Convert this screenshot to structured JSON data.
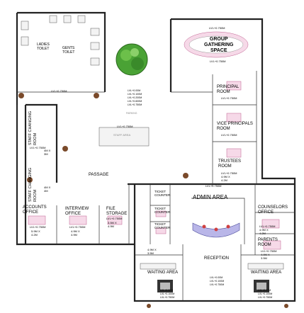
{
  "rooms": {
    "ladies_toilet": "LADIES\nTOILET",
    "gents_toilet": "GENTS\nTOILET",
    "group_gathering": "GROUP\nGATHERING\nSPACE",
    "principal": "PRINCIPAL\nROOM",
    "vice_principals": "VICE PRINCIPALS\nROOM",
    "trustees": "TRUSTEES\nROOM",
    "staff_changing_1": "STAFF CHANGING\nROOM",
    "staff_changing_2": "STAFF CHANGING\nROOM",
    "staff_area": "STAFF AREA",
    "parking": "PARKING",
    "passage": "PASSAGE",
    "accounts": "ACCOUNTS\nOFFICE",
    "interview": "INTERVIEW\nOFFICE",
    "file_storage": "FILE\nSTORAGE",
    "ticket_1": "TICKET\nCOUNTER",
    "ticket_2": "TICKET\nCOUNTER",
    "ticket_3": "TICKET\nCOUNTER",
    "admin_area": "ADMIN AREA",
    "counselors": "COUNSELORS\nOFFICE",
    "parents": "PARENTS\nROOM",
    "reception": "RECEPTION",
    "waiting_left": "WAITING AREA",
    "waiting_right": "WAITING AREA"
  },
  "levels": {
    "lvl_top_right": "LVL+0.750M",
    "lvl_gathering": "LVL+0.750M",
    "lvl_toilets": "LVL+0.750M",
    "lvl_principal": "LVL+0.750M",
    "lvl_center_1": "LVL+0.00M",
    "lvl_center_2": "LVL+0.100M",
    "lvl_center_3": "LVL+0.200M",
    "lvl_center_4": "LVL+0.600M",
    "lvl_center_5": "LVL+0.750M",
    "lvl_staff_area": "LVL+0.750M",
    "lvl_vice": "LVL+0.750M",
    "lvl_left": "LVL+0.750M",
    "lvl_trustees": "LVL+0.750M",
    "lvl_admin_right": "LVL+0.750M",
    "lvl_accounts": "LVL+0.750M",
    "lvl_interview": "LVL+0.750M",
    "lvl_file": "LVL+0.750M",
    "lvl_counselors": "LVL+0.750M",
    "lvl_parents": "LVL+0.750M",
    "lvl_reception_a": "LVL+0.00M",
    "lvl_reception_b": "LVL+0.100M",
    "lvl_reception_c": "LVL+0.750M",
    "lvl_wait_l_a": "LVL+0.00M",
    "lvl_wait_l_b": "LVL+0.100M",
    "lvl_wait_l_c": "LVL+0.750M",
    "lvl_wait_r_a": "LVL+0.00M",
    "lvl_wait_r_b": "LVL+0.100M",
    "lvl_wait_r_c": "LVL+0.750M"
  },
  "dimensions": {
    "dim_staff": "4M X\n3M",
    "dim_staff2": "4M X\n4M",
    "dim_accounts": "5.9M X\n4.2M",
    "dim_interview": "4.9M X\n4.9M",
    "dim_file": "3.5M X\n4.9M",
    "dim_ticket": "4.9M X\n3.5M",
    "dim_counselors": "4.9M X\n4.2M",
    "dim_parents": "4.9M X\n3.5M",
    "dim_trustees": "4.9M X\n4.2M"
  },
  "colors": {
    "wall": "#222222",
    "furniture_pink": "#f6d9e8",
    "tree_green": "#3a8a2a",
    "text": "#111111"
  }
}
